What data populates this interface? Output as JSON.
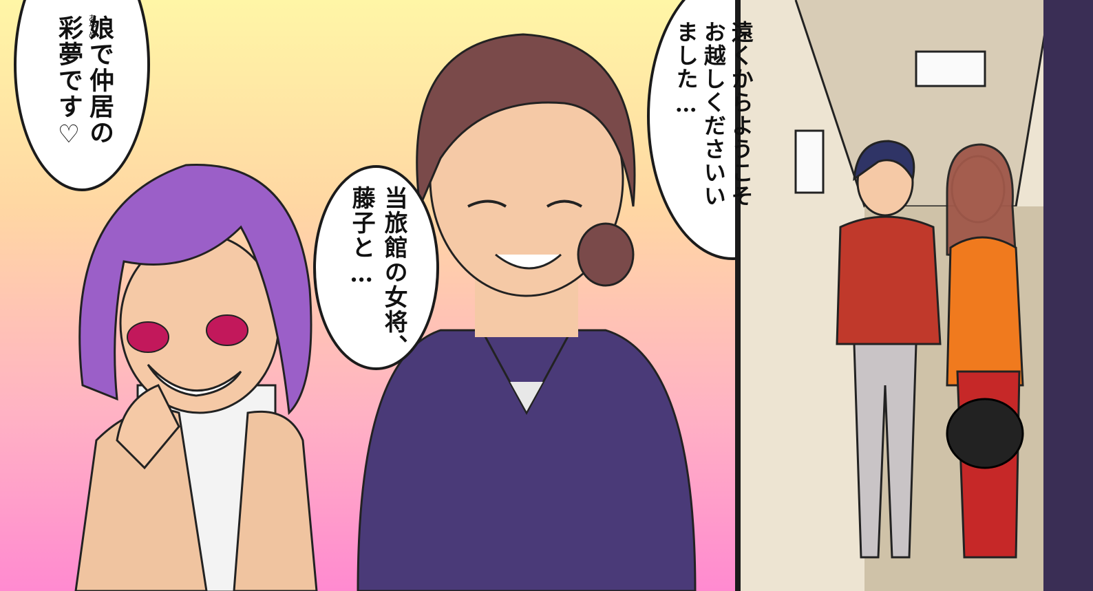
{
  "bubbles": {
    "left": {
      "line1": "娘で仲居の",
      "line2": "彩夢です♡",
      "ruby": "あやめ"
    },
    "center": {
      "line1": "当旅館の女将、",
      "line2": "藤子と…"
    },
    "right": {
      "line1": "遠くからようこそ",
      "line2": "お越しくださいい",
      "line3": "ました…"
    }
  },
  "colors": {
    "background_gradient": [
      "#fff6a6",
      "#ffd7a3",
      "#ffb2c4",
      "#ff8ad0"
    ],
    "purple_hair": "#9b5fc8",
    "kimono": "#4a3a78",
    "brown_hair": "#7a4a4a",
    "red_shirt": "#c0392b",
    "orange_kimono": "#f07a1e"
  }
}
